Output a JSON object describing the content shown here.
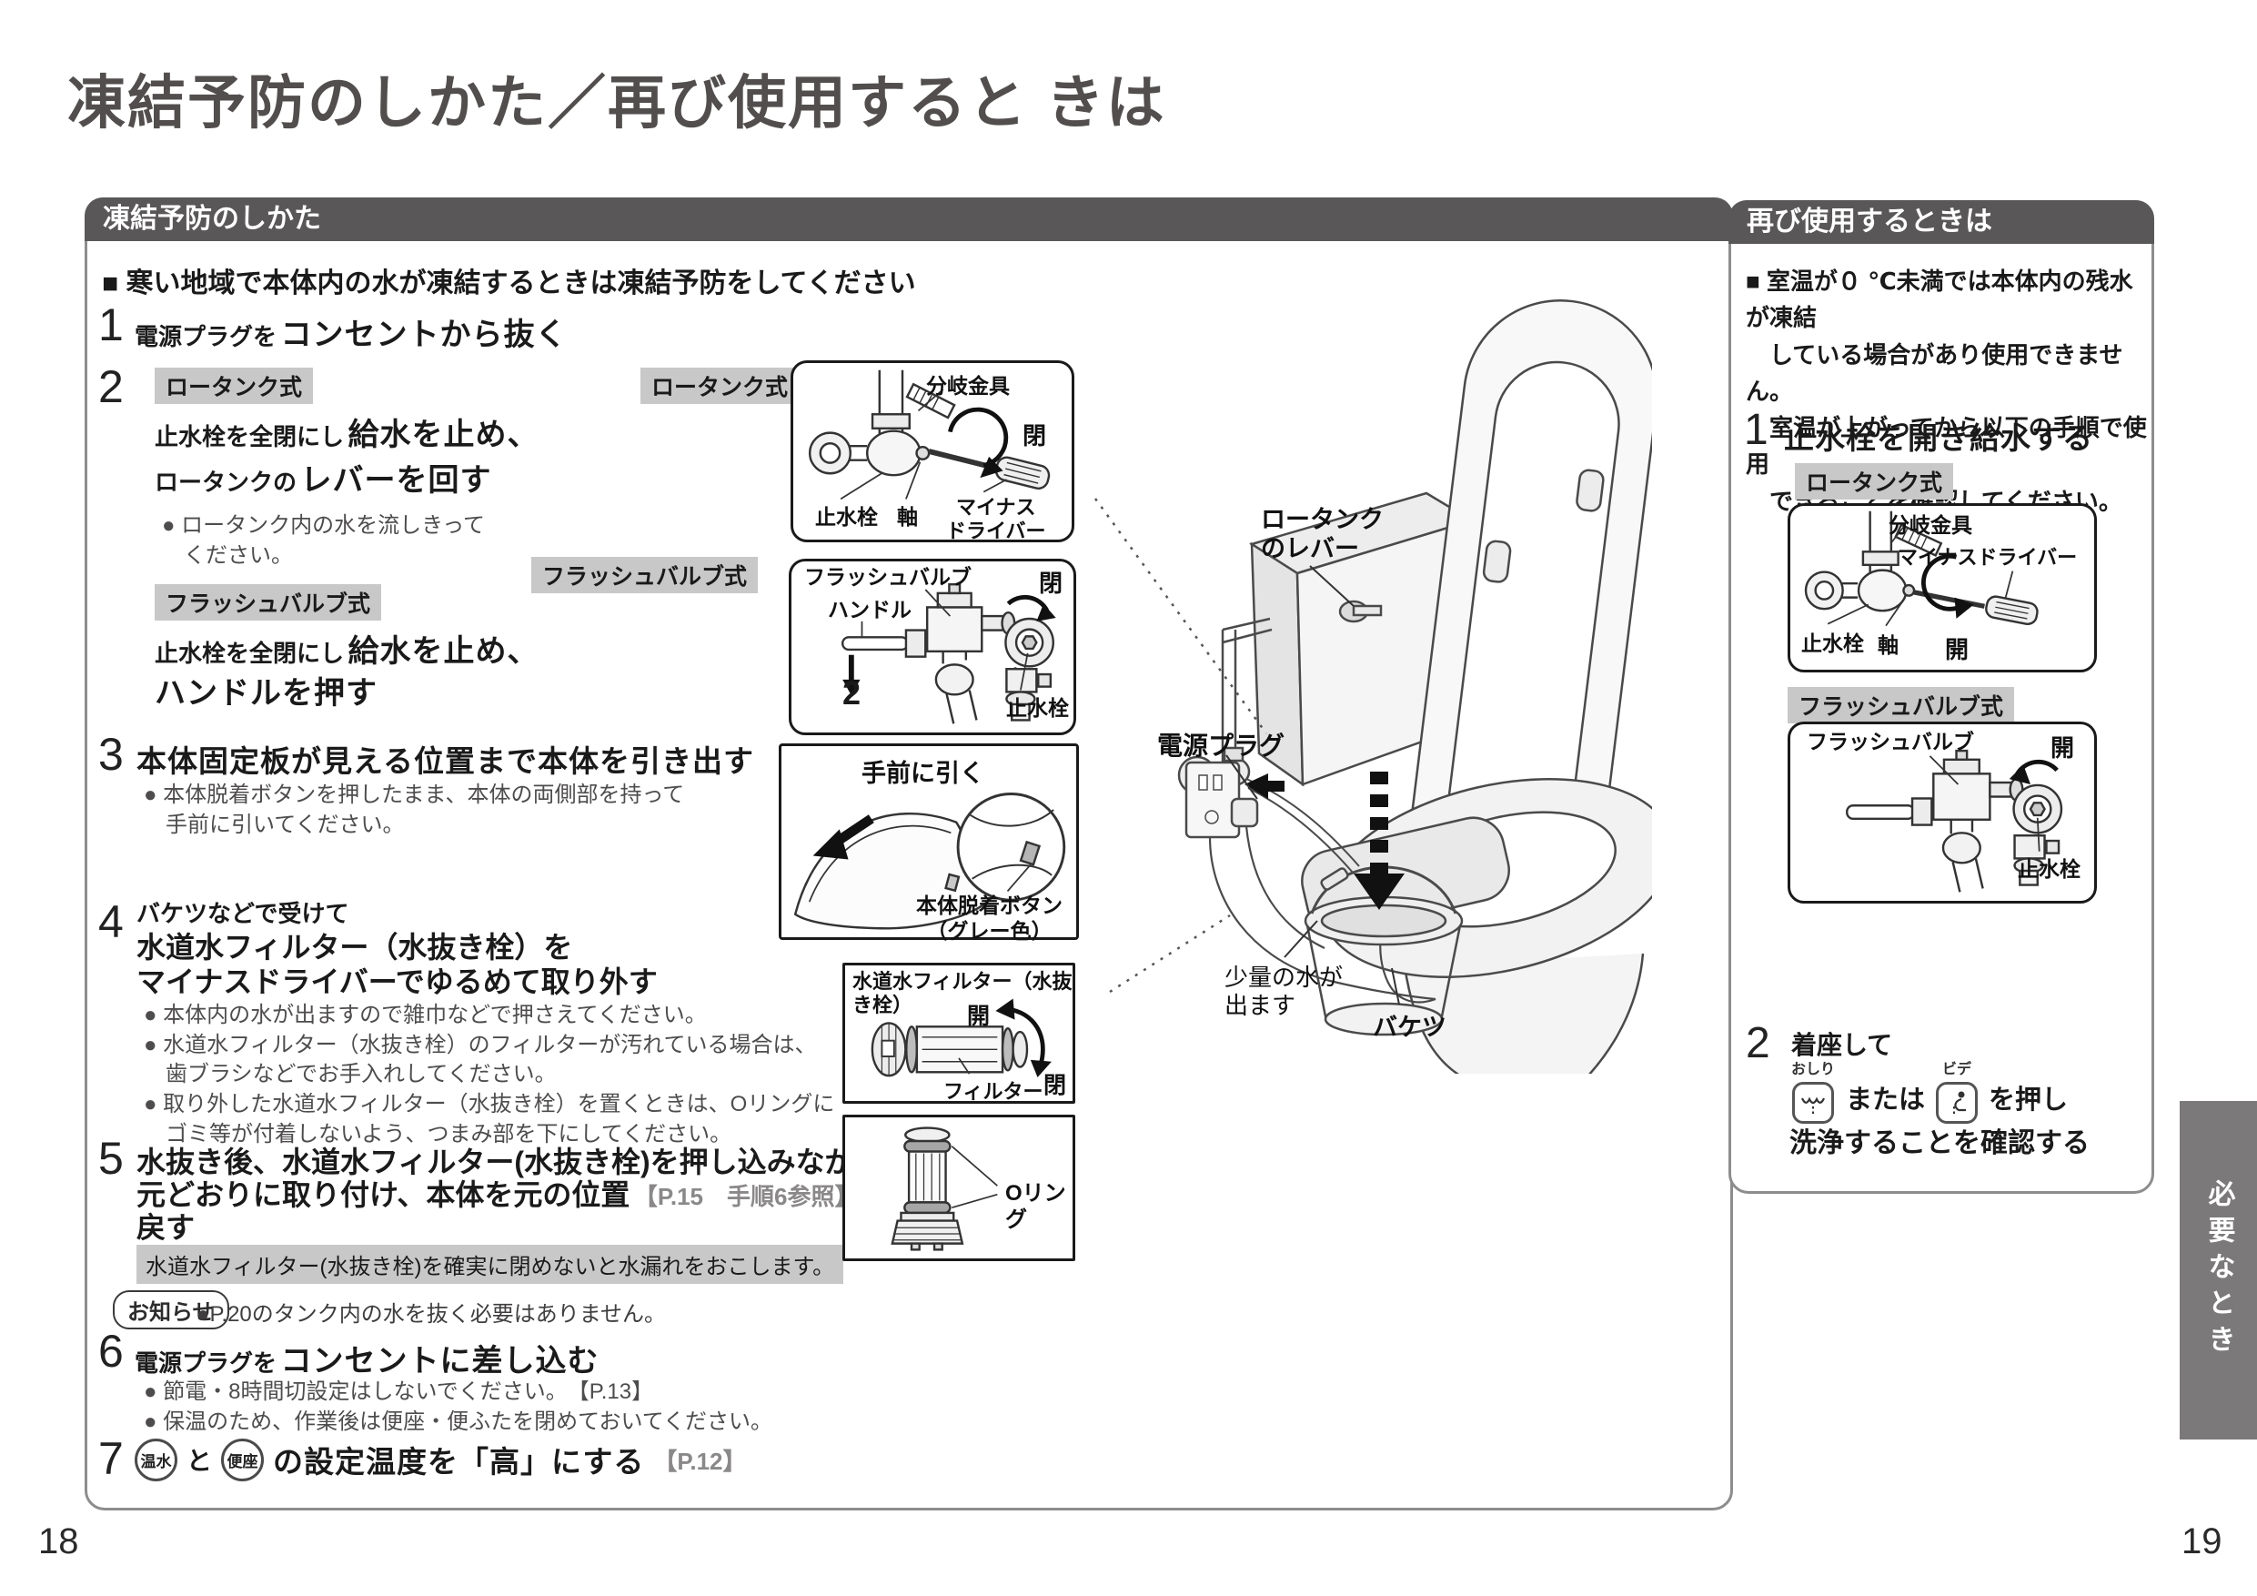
{
  "page": {
    "title": "凍結予防のしかた／再び使用すると きは",
    "page_number_left": "18",
    "page_number_right": "19",
    "side_tab": "必要なとき"
  },
  "left": {
    "header": "凍結予防のしかた",
    "intro": "■ 寒い地域で本体内の水が凍結するときは凍結予防をしてください",
    "step1": {
      "num": "1",
      "pre": "電源プラグを",
      "main": "コンセントから抜く"
    },
    "step2": {
      "num": "2",
      "tag_low_tank": "ロータンク式",
      "l1_small": "止水栓を全閉にし",
      "l1_big": "給水を止め、",
      "l2_small": "ロータンクの",
      "l2_big": "レバーを回す",
      "bullet": "● ロータンク内の水を流しきって\n　ください。",
      "tag_flush": "フラッシュバルブ式",
      "l3_small": "止水栓を全閉にし",
      "l3_big": "給水を止め、",
      "l4_big": "ハンドルを押す"
    },
    "step3": {
      "num": "3",
      "main": "本体固定板が見える位置まで本体を引き出す",
      "bullet": "● 本体脱着ボタンを押したまま、本体の両側部を持って\n　手前に引いてください。"
    },
    "step4": {
      "num": "4",
      "pre": "バケツなどで受けて",
      "main1": "水道水フィルター（水抜き栓）を",
      "main2": "マイナスドライバーでゆるめて取り外す",
      "bullets": "● 本体内の水が出ますので雑巾などで押さえてください。\n● 水道水フィルター（水抜き栓）のフィルターが汚れている場合は、\n　歯ブラシなどでお手入れしてください。\n● 取り外した水道水フィルター（水抜き栓）を置くときは、Oリングに\n　ゴミ等が付着しないよう、つまみ部を下にしてください。"
    },
    "step5": {
      "num": "5",
      "line1": "水抜き後、水道水フィルター(水抜き栓)を押し込みながら",
      "line2a": "元どおりに取り付け、本体を元の位置",
      "line2_ref": "【P.15　手順6参照】",
      "line2b": "に",
      "line3": "戻す",
      "note": "水道水フィルター(水抜き栓)を確実に閉めないと水漏れをおこします。"
    },
    "notice": {
      "badge": "お知らせ",
      "text": "●P.20のタンク内の水を抜く必要はありません。"
    },
    "step6": {
      "num": "6",
      "pre": "電源プラグを",
      "main": "コンセントに差し込む",
      "bullets": "● 節電・8時間切設定はしないでください。　【P.13】\n● 保温のため、作業後は便座・便ふたを閉めておいてください。"
    },
    "step7": {
      "num": "7",
      "btn_warm": "温水",
      "and": "と",
      "btn_seat": "便座",
      "main": "の設定温度を「高」にする",
      "ref": "【P.12】"
    }
  },
  "diagrams": {
    "tag_low_tank": "ロータンク式",
    "tag_flush": "フラッシュバルブ式",
    "low_tank_close": {
      "branch": "分岐金具",
      "close": "閉",
      "valve": "止水栓",
      "shaft": "軸",
      "driver": "マイナス\nドライバー"
    },
    "flush_close": {
      "flush": "フラッシュバルブ",
      "close": "閉",
      "handle": "ハンドル",
      "two": "2",
      "valve": "止水栓"
    },
    "pull": {
      "caption": "手前に引く",
      "button": "本体脱着ボタン\n（グレー色）"
    },
    "filter": {
      "caption": "水道水フィルター（水抜き栓）",
      "open": "開",
      "close": "閉",
      "filter": "フィルター"
    },
    "oring": {
      "label": "Oリング"
    },
    "toilet": {
      "lever": "ロータンク\nのレバー",
      "plug": "電源プラグ",
      "water": "少量の水が\n出ます",
      "bucket": "バケツ"
    }
  },
  "right": {
    "header": "再び使用するときは",
    "intro": "■ 室温が０ ℃未満では本体内の残水が凍結\n　している場合があり使用できません。\n　室温が上がってから以下の手順で使用\n　できることを確認してください。",
    "step1": {
      "num": "1",
      "main": "止水栓を開き給水する",
      "tag_low_tank": "ロータンク式",
      "tag_flush": "フラッシュバルブ式"
    },
    "low_tank_open": {
      "branch": "分岐金具",
      "driver": "マイナスドライバー",
      "valve": "止水栓",
      "shaft": "軸",
      "open": "開"
    },
    "flush_open": {
      "flush": "フラッシュバルブ",
      "open": "開",
      "valve": "止水栓"
    },
    "step2": {
      "num": "2",
      "pre": "着座して",
      "label_oshiri": "おしり",
      "label_bide": "ビデ",
      "or": "または",
      "press": "を押し",
      "main": "洗浄することを確認する"
    }
  }
}
